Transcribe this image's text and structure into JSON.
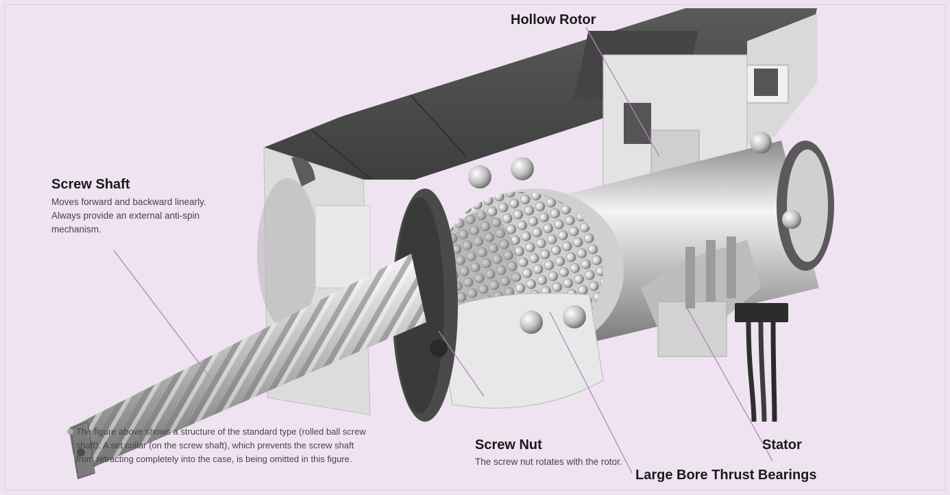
{
  "labels": {
    "hollow_rotor": {
      "title": "Hollow Rotor"
    },
    "screw_shaft": {
      "title": "Screw Shaft",
      "desc_lines": [
        "Moves forward and backward linearly.",
        "Always provide an external anti-spin",
        "mechanism."
      ]
    },
    "screw_nut": {
      "title": "Screw Nut",
      "desc": "The screw nut rotates with the rotor."
    },
    "stator": {
      "title": "Stator"
    },
    "thrust_bearings": {
      "title": "Large Bore Thrust Bearings"
    }
  },
  "note": {
    "lines": [
      "The figure above shows a structure of the standard type (rolled ball screw",
      "shaft). A set collar (on the screw shaft), which prevents the screw shaft",
      "from retracting completely into the case, is being omitted in this figure."
    ]
  },
  "colors": {
    "background": "#efe3f1",
    "leader_line": "#b482c0",
    "body_dark": "#4e4e4e",
    "body_light": "#dcdcdc"
  }
}
